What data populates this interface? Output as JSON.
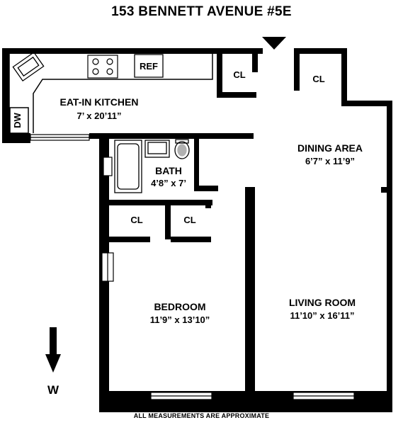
{
  "title": "153 BENNETT AVENUE #5E",
  "footer": "ALL MEASUREMENTS ARE APPROXIMATE",
  "rooms": {
    "kitchen": {
      "name": "EAT-IN KITCHEN",
      "dims": "7’ x 20’11”"
    },
    "bath": {
      "name": "BATH",
      "dims": "4’8” x 7’"
    },
    "dining": {
      "name": "DINING AREA",
      "dims": "6’7” x 11’9”"
    },
    "bedroom": {
      "name": "BEDROOM",
      "dims": "11’9” x 13’10”"
    },
    "living": {
      "name": "LIVING ROOM",
      "dims": "11’10” x 16’11”"
    }
  },
  "closets": {
    "label": "CL"
  },
  "appliances": {
    "ref": "REF",
    "dw": "DW"
  },
  "compass": {
    "direction": "W"
  },
  "icons": [
    "sink-icon",
    "stove-icon",
    "toilet-icon",
    "bathtub-icon",
    "entry-arrow-icon",
    "compass-arrow-icon"
  ]
}
